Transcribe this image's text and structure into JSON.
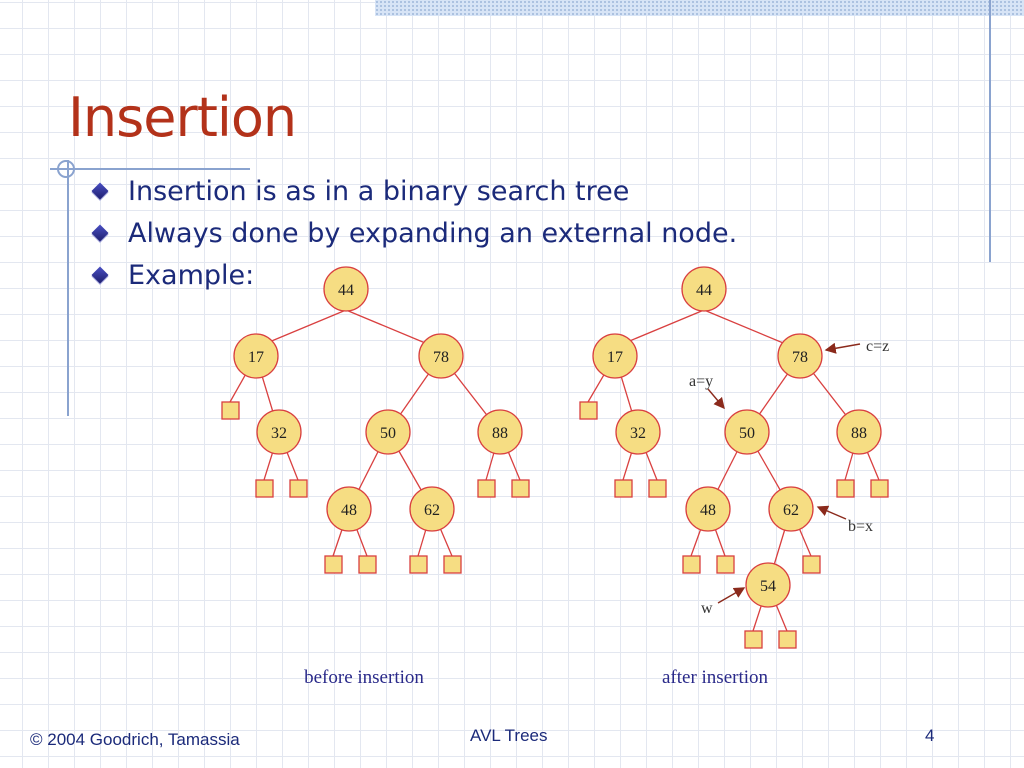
{
  "slide": {
    "title": "Insertion",
    "bullets": [
      "Insertion is as in a binary search tree",
      "Always done by expanding an external node.",
      "Example:"
    ]
  },
  "diagram": {
    "before": {
      "caption": "before insertion",
      "nodes": [
        "44",
        "17",
        "78",
        "32",
        "50",
        "88",
        "48",
        "62"
      ]
    },
    "after": {
      "caption": "after insertion",
      "nodes": [
        "44",
        "17",
        "78",
        "32",
        "50",
        "88",
        "48",
        "62",
        "54"
      ],
      "annotations": [
        "c=z",
        "a=y",
        "b=x",
        "w"
      ]
    }
  },
  "footer": {
    "copyright": "© 2004 Goodrich, Tamassia",
    "topic": "AVL Trees",
    "page": "4"
  },
  "colors": {
    "title": "#b3321a",
    "text": "#1b2a7a",
    "node_fill": "#f6dd83",
    "edge": "#d94040"
  }
}
